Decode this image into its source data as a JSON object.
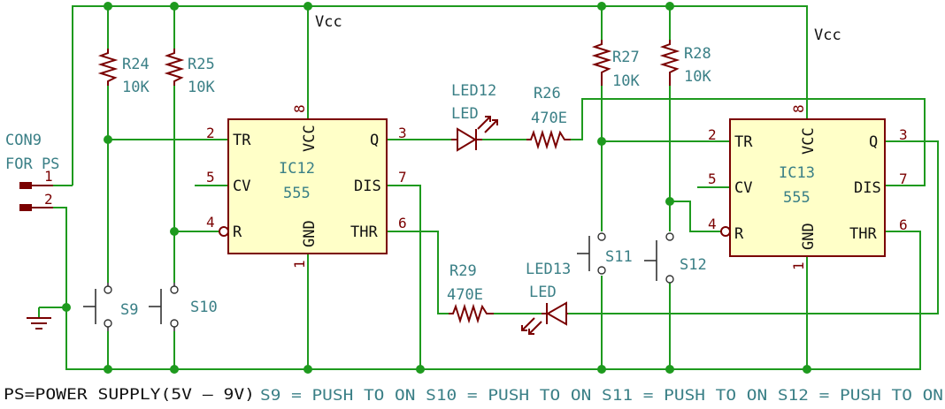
{
  "net_labels": {
    "vcc_left": "Vcc",
    "vcc_right": "Vcc"
  },
  "connector": {
    "name": "CON9",
    "desc": "FOR PS",
    "pin1": "1",
    "pin2": "2"
  },
  "resistors": {
    "r24": {
      "ref": "R24",
      "value": "10K"
    },
    "r25": {
      "ref": "R25",
      "value": "10K"
    },
    "r26": {
      "ref": "R26",
      "value": "470E"
    },
    "r27": {
      "ref": "R27",
      "value": "10K"
    },
    "r28": {
      "ref": "R28",
      "value": "10K"
    },
    "r29": {
      "ref": "R29",
      "value": "470E"
    }
  },
  "leds": {
    "led12": {
      "ref": "LED12",
      "value": "LED"
    },
    "led13": {
      "ref": "LED13",
      "value": "LED"
    }
  },
  "switches": {
    "s9": "S9",
    "s10": "S10",
    "s11": "S11",
    "s12": "S12"
  },
  "ic12": {
    "ref": "IC12",
    "value": "555",
    "pins": {
      "tr": "TR",
      "cv": "CV",
      "r": "R",
      "vcc": "VCC",
      "gnd": "GND",
      "q": "Q",
      "dis": "DIS",
      "thr": "THR"
    },
    "pin_numbers": {
      "tr": "2",
      "cv": "5",
      "r": "4",
      "vcc": "8",
      "gnd": "1",
      "q": "3",
      "dis": "7",
      "thr": "6"
    }
  },
  "ic13": {
    "ref": "IC13",
    "value": "555",
    "pins": {
      "tr": "TR",
      "cv": "CV",
      "r": "R",
      "vcc": "VCC",
      "gnd": "GND",
      "q": "Q",
      "dis": "DIS",
      "thr": "THR"
    },
    "pin_numbers": {
      "tr": "2",
      "cv": "5",
      "r": "4",
      "vcc": "8",
      "gnd": "1",
      "q": "3",
      "dis": "7",
      "thr": "6"
    }
  },
  "footer": {
    "ps_note": "PS=POWER SUPPLY(5V – 9V)",
    "switch_note": "S9 = PUSH TO ON S10 = PUSH TO ON S11 = PUSH TO ON S12 = PUSH TO ON"
  },
  "colors": {
    "wire": "#1e9a1e",
    "component": "#7a0000",
    "ic_fill": "#ffffc8",
    "label": "#3a7f86"
  }
}
